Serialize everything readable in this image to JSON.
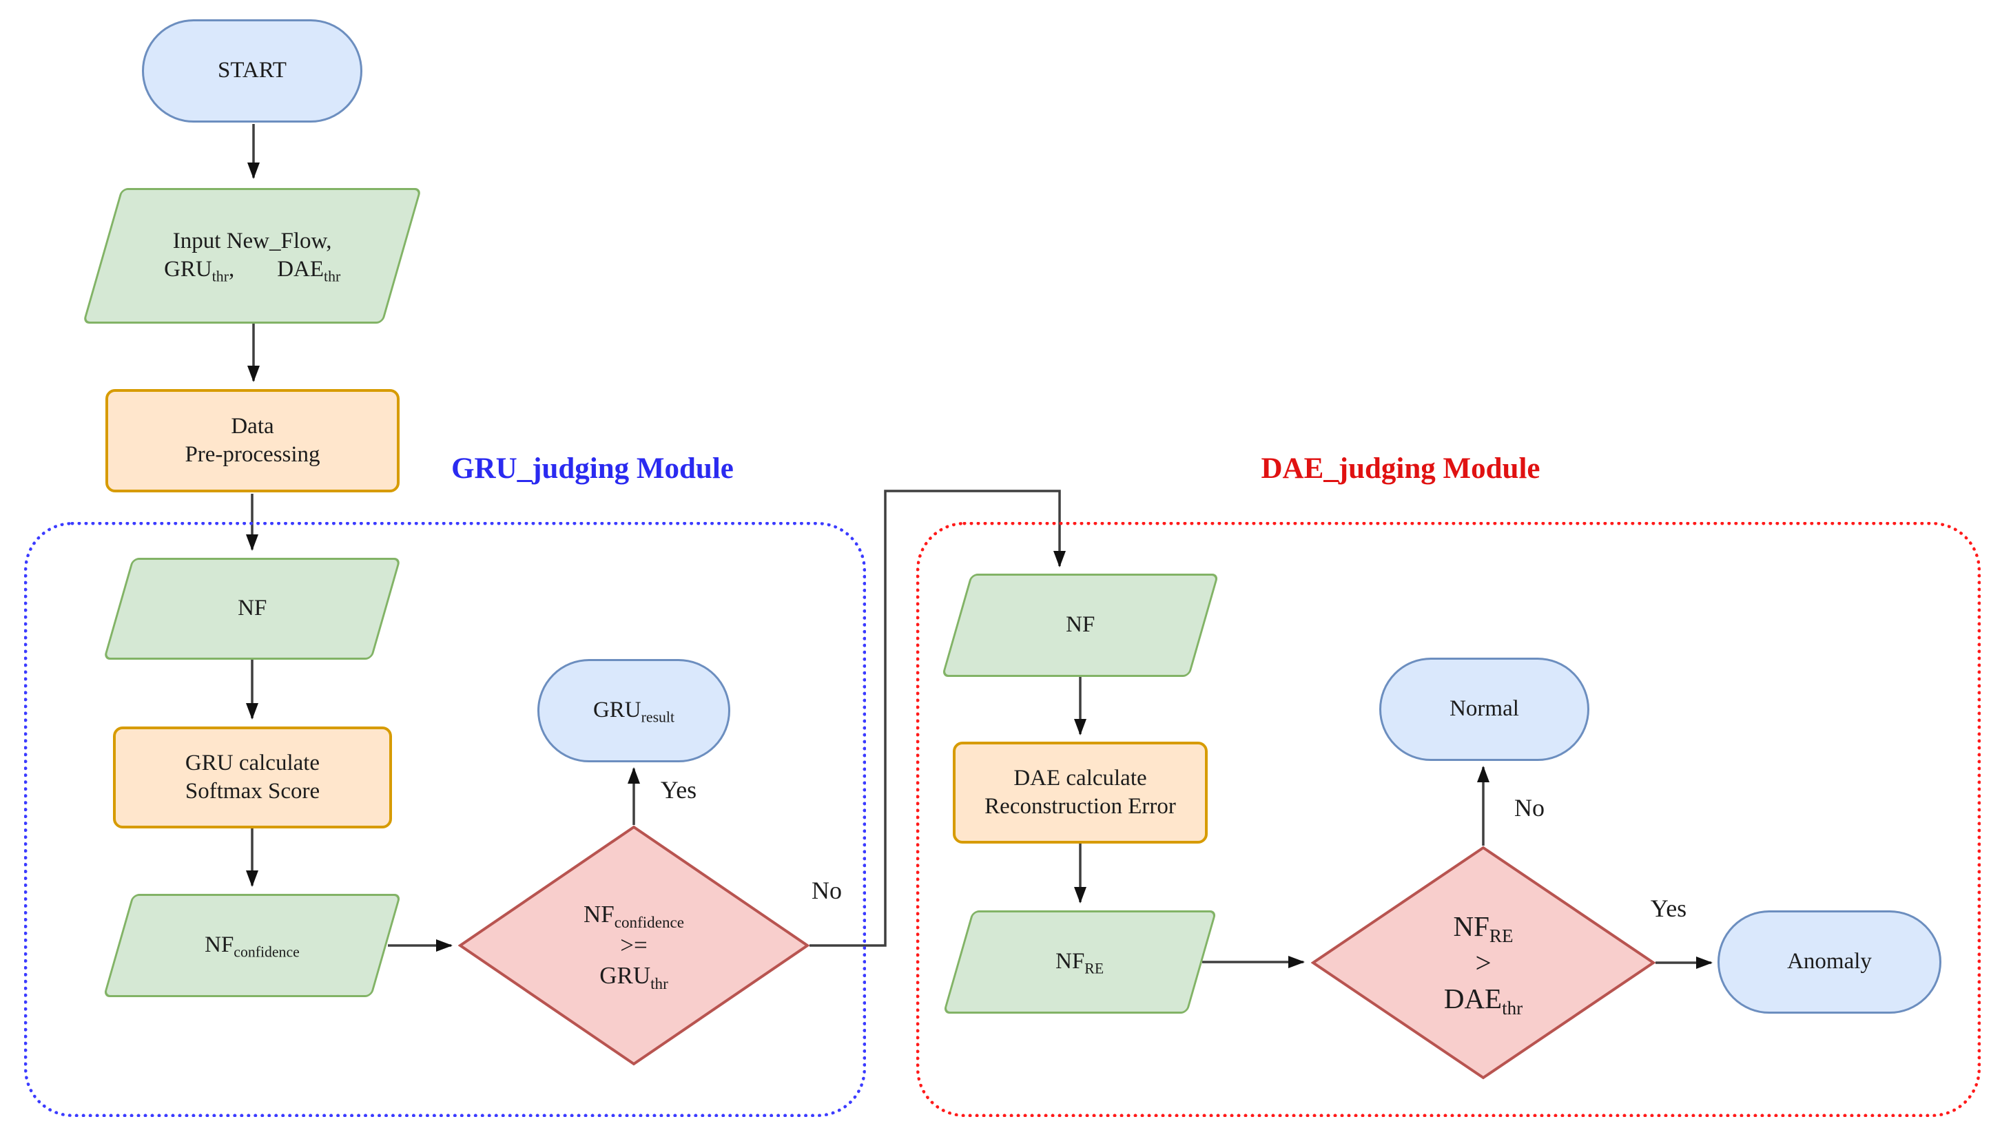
{
  "colors": {
    "terminal_fill": "#dae8fc",
    "terminal_border": "#6c8ebf",
    "io_fill": "#d5e8d4",
    "io_border": "#82b366",
    "process_fill": "#ffe6cc",
    "process_border": "#d79b00",
    "decision_fill": "#f8cecc",
    "decision_border": "#b85450",
    "gru_module_border": "#3b3bff",
    "dae_module_border": "#ff1a1a",
    "connector": "#3f3f3f"
  },
  "modules": {
    "gru": {
      "label": "GRU_judging Module"
    },
    "dae": {
      "label": "DAE_judging Module"
    }
  },
  "nodes": {
    "start": {
      "label": "START"
    },
    "input": {
      "line1": "Input New_Flow,",
      "p1_base": "GRU",
      "p1_sub": "thr",
      "p1_sep": ",",
      "p2_base": "DAE",
      "p2_sub": "thr"
    },
    "preprocess": {
      "line1": "Data",
      "line2": "Pre-processing"
    },
    "gru_nf": {
      "label": "NF"
    },
    "gru_calc": {
      "line1": "GRU calculate",
      "line2": "Softmax Score"
    },
    "nf_confidence": {
      "base": "NF",
      "sub": "confidence"
    },
    "gru_decision": {
      "lhs_base": "NF",
      "lhs_sub": "confidence",
      "op": ">=",
      "rhs_base": "GRU",
      "rhs_sub": "thr"
    },
    "gru_result": {
      "base": "GRU",
      "sub": "result"
    },
    "dae_nf": {
      "label": "NF"
    },
    "dae_calc": {
      "line1": "DAE calculate",
      "line2": "Reconstruction Error"
    },
    "nf_re": {
      "base": "NF",
      "sub": "RE"
    },
    "dae_decision": {
      "lhs_base": "NF",
      "lhs_sub": "RE",
      "op": ">",
      "rhs_base": "DAE",
      "rhs_sub": "thr"
    },
    "normal": {
      "label": "Normal"
    },
    "anomaly": {
      "label": "Anomaly"
    }
  },
  "edges": {
    "gru_yes": "Yes",
    "gru_no": "No",
    "dae_no": "No",
    "dae_yes": "Yes"
  }
}
